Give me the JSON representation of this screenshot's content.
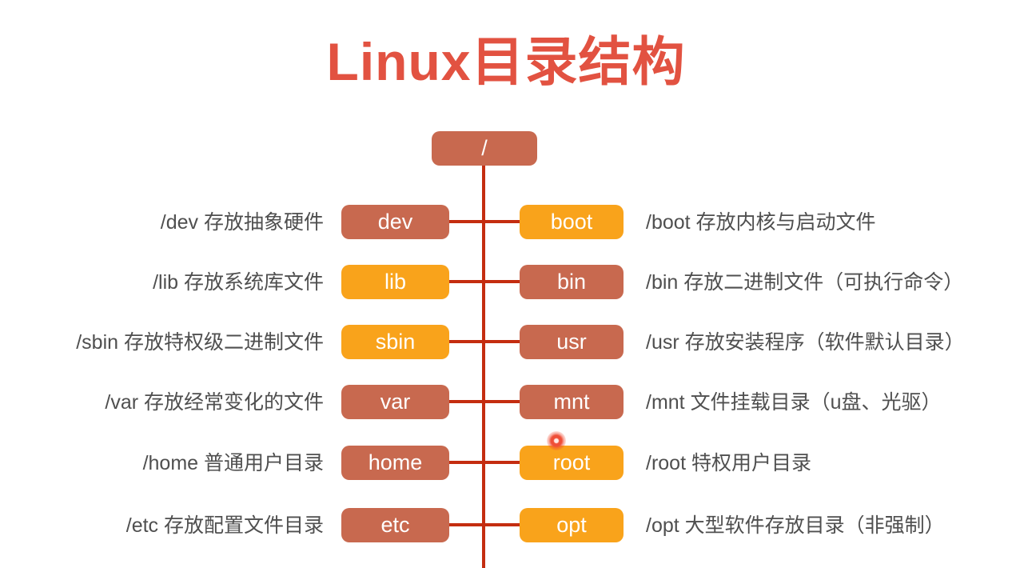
{
  "title": "Linux目录结构",
  "colors": {
    "title": "#E25241",
    "brick": "#C8694F",
    "orange": "#F9A31B",
    "line": "#C42D10",
    "label_text": "#4F4F4F",
    "node_text": "#FFFFFF",
    "background": "#FFFFFF"
  },
  "root": {
    "label": "/",
    "color": "#C8694F"
  },
  "rows": [
    {
      "left": {
        "label": "dev",
        "color": "#C8694F",
        "desc": "/dev 存放抽象硬件"
      },
      "right": {
        "label": "boot",
        "color": "#F9A31B",
        "desc": "/boot 存放内核与启动文件"
      }
    },
    {
      "left": {
        "label": "lib",
        "color": "#F9A31B",
        "desc": "/lib 存放系统库文件"
      },
      "right": {
        "label": "bin",
        "color": "#C8694F",
        "desc": "/bin 存放二进制文件（可执行命令）"
      }
    },
    {
      "left": {
        "label": "sbin",
        "color": "#F9A31B",
        "desc": "/sbin 存放特权级二进制文件"
      },
      "right": {
        "label": "usr",
        "color": "#C8694F",
        "desc": "/usr 存放安装程序（软件默认目录）"
      }
    },
    {
      "left": {
        "label": "var",
        "color": "#C8694F",
        "desc": "/var 存放经常变化的文件"
      },
      "right": {
        "label": "mnt",
        "color": "#C8694F",
        "desc": "/mnt 文件挂载目录（u盘、光驱）"
      }
    },
    {
      "left": {
        "label": "home",
        "color": "#C8694F",
        "desc": "/home 普通用户目录"
      },
      "right": {
        "label": "root",
        "color": "#F9A31B",
        "desc": "/root 特权用户目录"
      }
    },
    {
      "left": {
        "label": "etc",
        "color": "#C8694F",
        "desc": "/etc 存放配置文件目录"
      },
      "right": {
        "label": "opt",
        "color": "#F9A31B",
        "desc": "/opt 大型软件存放目录（非强制）"
      }
    }
  ]
}
